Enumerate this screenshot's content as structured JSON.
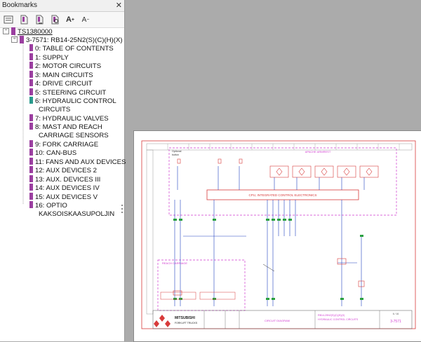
{
  "panel": {
    "title": "Bookmarks",
    "close": "✕"
  },
  "toolbar": {
    "icons": [
      "options-icon",
      "expand-bookmark-icon",
      "collapse-bookmark-icon",
      "find-bookmark-icon",
      "font-larger-icon",
      "font-smaller-icon"
    ],
    "font_larger": "A",
    "font_smaller": "A",
    "plus": "+",
    "minus": "−"
  },
  "tree": {
    "root": "TS1380000",
    "model": "3-7571: RB14-25N2(S)(C)(H)(X)",
    "items": [
      "0: TABLE OF CONTENTS",
      "1: SUPPLY",
      "2: MOTOR CIRCUITS",
      "3: MAIN CIRCUITS",
      "4: DRIVE CIRCUIT",
      "5: STEERING CIRCUIT",
      "6: HYDRAULIC CONTROL",
      "CIRCUITS",
      "7: HYDRAULIC VALVES",
      "8: MAST AND REACH",
      "CARRIAGE SENSORS",
      "9: FORK CARRIAGE",
      "10: CAN-BUS",
      "11: FANS AND AUX DEVICES",
      "12: AUX DEVICES 2",
      "13: AUX. DEVICES III",
      "14: AUX DEVICES IV",
      "15: AUX DEVICES V",
      "16: OPTIO",
      "KAKSOISKAASUPOLJIN"
    ]
  },
  "page": {
    "title_cpu": "CPU, INTEGRATED CONTROL ELECTRONICS",
    "title_aprons": "APACHE ARMREST",
    "title_optional": "Optional",
    "title_button": "button",
    "title_reach": "REACH CARRIAGE",
    "circuit_title": "CIRCUIT DIAGRAM",
    "brand": "MITSUBISHI",
    "brand_sub": "FORKLIFT TRUCKS",
    "model_line1": "RB14-25N2(S)(C)(H)(X)",
    "model_line2": "HYDRAULIC CONTROL CIRCUITS",
    "doc_number": "3-7571",
    "sheet": "6 / 16"
  },
  "colors": {
    "bookmark": "#9b3fa0",
    "bookmark_teal": "#2a9a8c",
    "frame_red": "#d83a3a",
    "magenta": "#d03ad0",
    "wire_blue": "#2040c0",
    "green": "#2aa040"
  }
}
